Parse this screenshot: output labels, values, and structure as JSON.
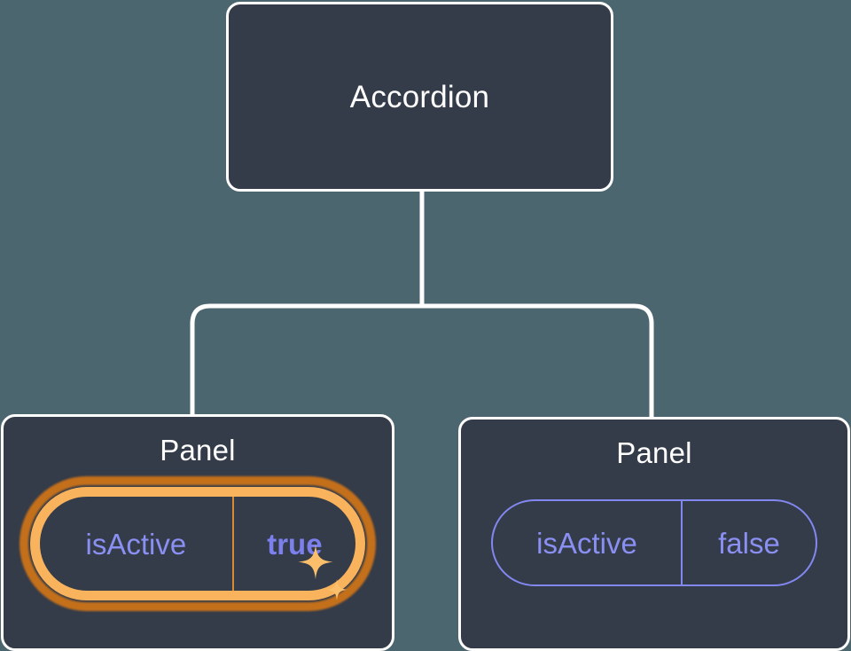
{
  "canvas": {
    "background_color": "#4c6670",
    "node_fill_color": "#343b49",
    "node_border_color": "#ffffff",
    "edge_color": "#ffffff",
    "prop_text_color": "#8a8ff2",
    "highlight_ring_color": "#f8b35c",
    "highlight_glow_color": "#c4701b",
    "sparkle_color": "#fbbf6b"
  },
  "tree": {
    "root": {
      "title": "Accordion"
    },
    "children": [
      {
        "title": "Panel",
        "highlighted": true,
        "prop": {
          "key": "isActive",
          "value": "true"
        }
      },
      {
        "title": "Panel",
        "highlighted": false,
        "prop": {
          "key": "isActive",
          "value": "false"
        }
      }
    ]
  }
}
